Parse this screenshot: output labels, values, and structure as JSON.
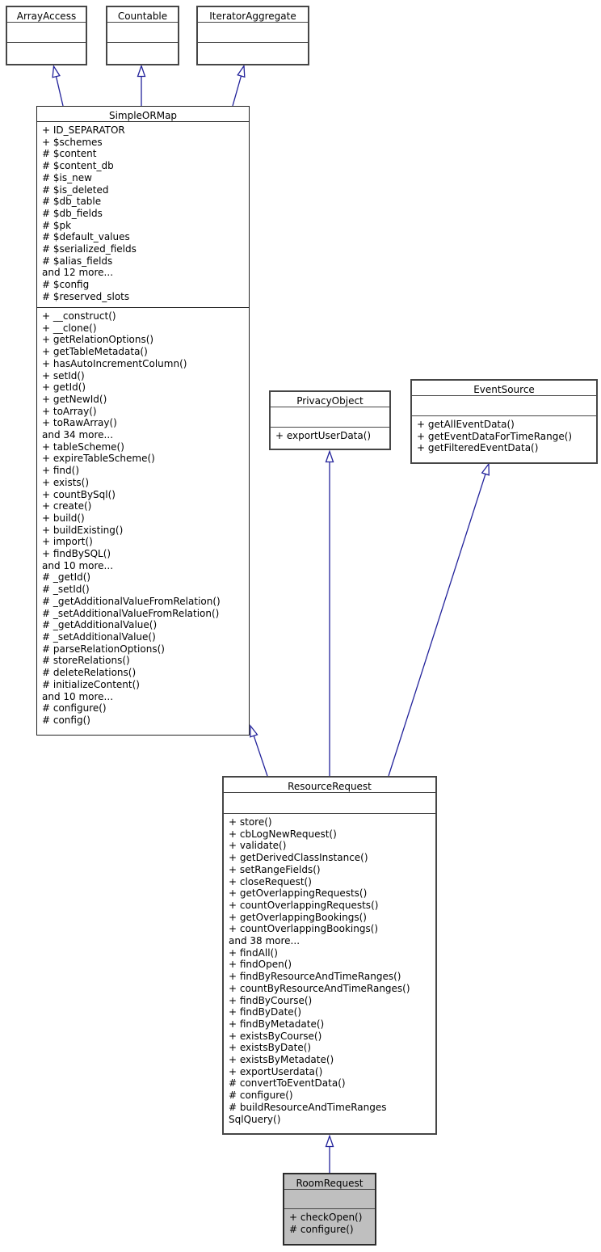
{
  "diagram": {
    "type": "uml-class-inheritance",
    "arrow_color": "#23239b",
    "highlight_fill": "#bfbfbf",
    "relations": [
      {
        "from": "SimpleORMap",
        "to": "ArrayAccess",
        "type": "generalization"
      },
      {
        "from": "SimpleORMap",
        "to": "Countable",
        "type": "generalization"
      },
      {
        "from": "SimpleORMap",
        "to": "IteratorAggregate",
        "type": "generalization"
      },
      {
        "from": "ResourceRequest",
        "to": "SimpleORMap",
        "type": "generalization"
      },
      {
        "from": "ResourceRequest",
        "to": "PrivacyObject",
        "type": "generalization"
      },
      {
        "from": "ResourceRequest",
        "to": "EventSource",
        "type": "generalization"
      },
      {
        "from": "RoomRequest",
        "to": "ResourceRequest",
        "type": "generalization"
      }
    ]
  },
  "classes": {
    "array_access": {
      "name": "ArrayAccess",
      "attributes": [],
      "methods": []
    },
    "countable": {
      "name": "Countable",
      "attributes": [],
      "methods": []
    },
    "iterator_aggregate": {
      "name": "IteratorAggregate",
      "attributes": [],
      "methods": []
    },
    "simple_or_map": {
      "name": "SimpleORMap",
      "attributes": [
        "+ ID_SEPARATOR",
        "+ $schemes",
        "# $content",
        "# $content_db",
        "# $is_new",
        "# $is_deleted",
        "# $db_table",
        "# $db_fields",
        "# $pk",
        "# $default_values",
        "# $serialized_fields",
        "# $alias_fields",
        "and 12 more...",
        "# $config",
        "# $reserved_slots"
      ],
      "methods": [
        "+ __construct()",
        "+ __clone()",
        "+ getRelationOptions()",
        "+ getTableMetadata()",
        "+ hasAutoIncrementColumn()",
        "+ setId()",
        "+ getId()",
        "+ getNewId()",
        "+ toArray()",
        "+ toRawArray()",
        "and 34 more...",
        "+ tableScheme()",
        "+ expireTableScheme()",
        "+ find()",
        "+ exists()",
        "+ countBySql()",
        "+ create()",
        "+ build()",
        "+ buildExisting()",
        "+ import()",
        "+ findBySQL()",
        "and 10 more...",
        "# _getId()",
        "# _setId()",
        "# _getAdditionalValueFromRelation()",
        "# _setAdditionalValueFromRelation()",
        "# _getAdditionalValue()",
        "# _setAdditionalValue()",
        "# parseRelationOptions()",
        "# storeRelations()",
        "# deleteRelations()",
        "# initializeContent()",
        "and 10 more...",
        "# configure()",
        "# config()"
      ]
    },
    "privacy_object": {
      "name": "PrivacyObject",
      "attributes": [],
      "methods": [
        "+ exportUserData()"
      ]
    },
    "event_source": {
      "name": "EventSource",
      "attributes": [],
      "methods": [
        "+ getAllEventData()",
        "+ getEventDataForTimeRange()",
        "+ getFilteredEventData()"
      ]
    },
    "resource_request": {
      "name": "ResourceRequest",
      "attributes": [],
      "methods": [
        "+ store()",
        "+ cbLogNewRequest()",
        "+ validate()",
        "+ getDerivedClassInstance()",
        "+ setRangeFields()",
        "+ closeRequest()",
        "+ getOverlappingRequests()",
        "+ countOverlappingRequests()",
        "+ getOverlappingBookings()",
        "+ countOverlappingBookings()",
        "and 38 more...",
        "+ findAll()",
        "+ findOpen()",
        "+ findByResourceAndTimeRanges()",
        "+ countByResourceAndTimeRanges()",
        "+ findByCourse()",
        "+ findByDate()",
        "+ findByMetadate()",
        "+ existsByCourse()",
        "+ existsByDate()",
        "+ existsByMetadate()",
        "+ exportUserdata()",
        "# convertToEventData()",
        "# configure()",
        "# buildResourceAndTimeRanges",
        "SqlQuery()"
      ]
    },
    "room_request": {
      "name": "RoomRequest",
      "attributes": [],
      "methods": [
        "+ checkOpen()",
        "# configure()"
      ]
    }
  }
}
